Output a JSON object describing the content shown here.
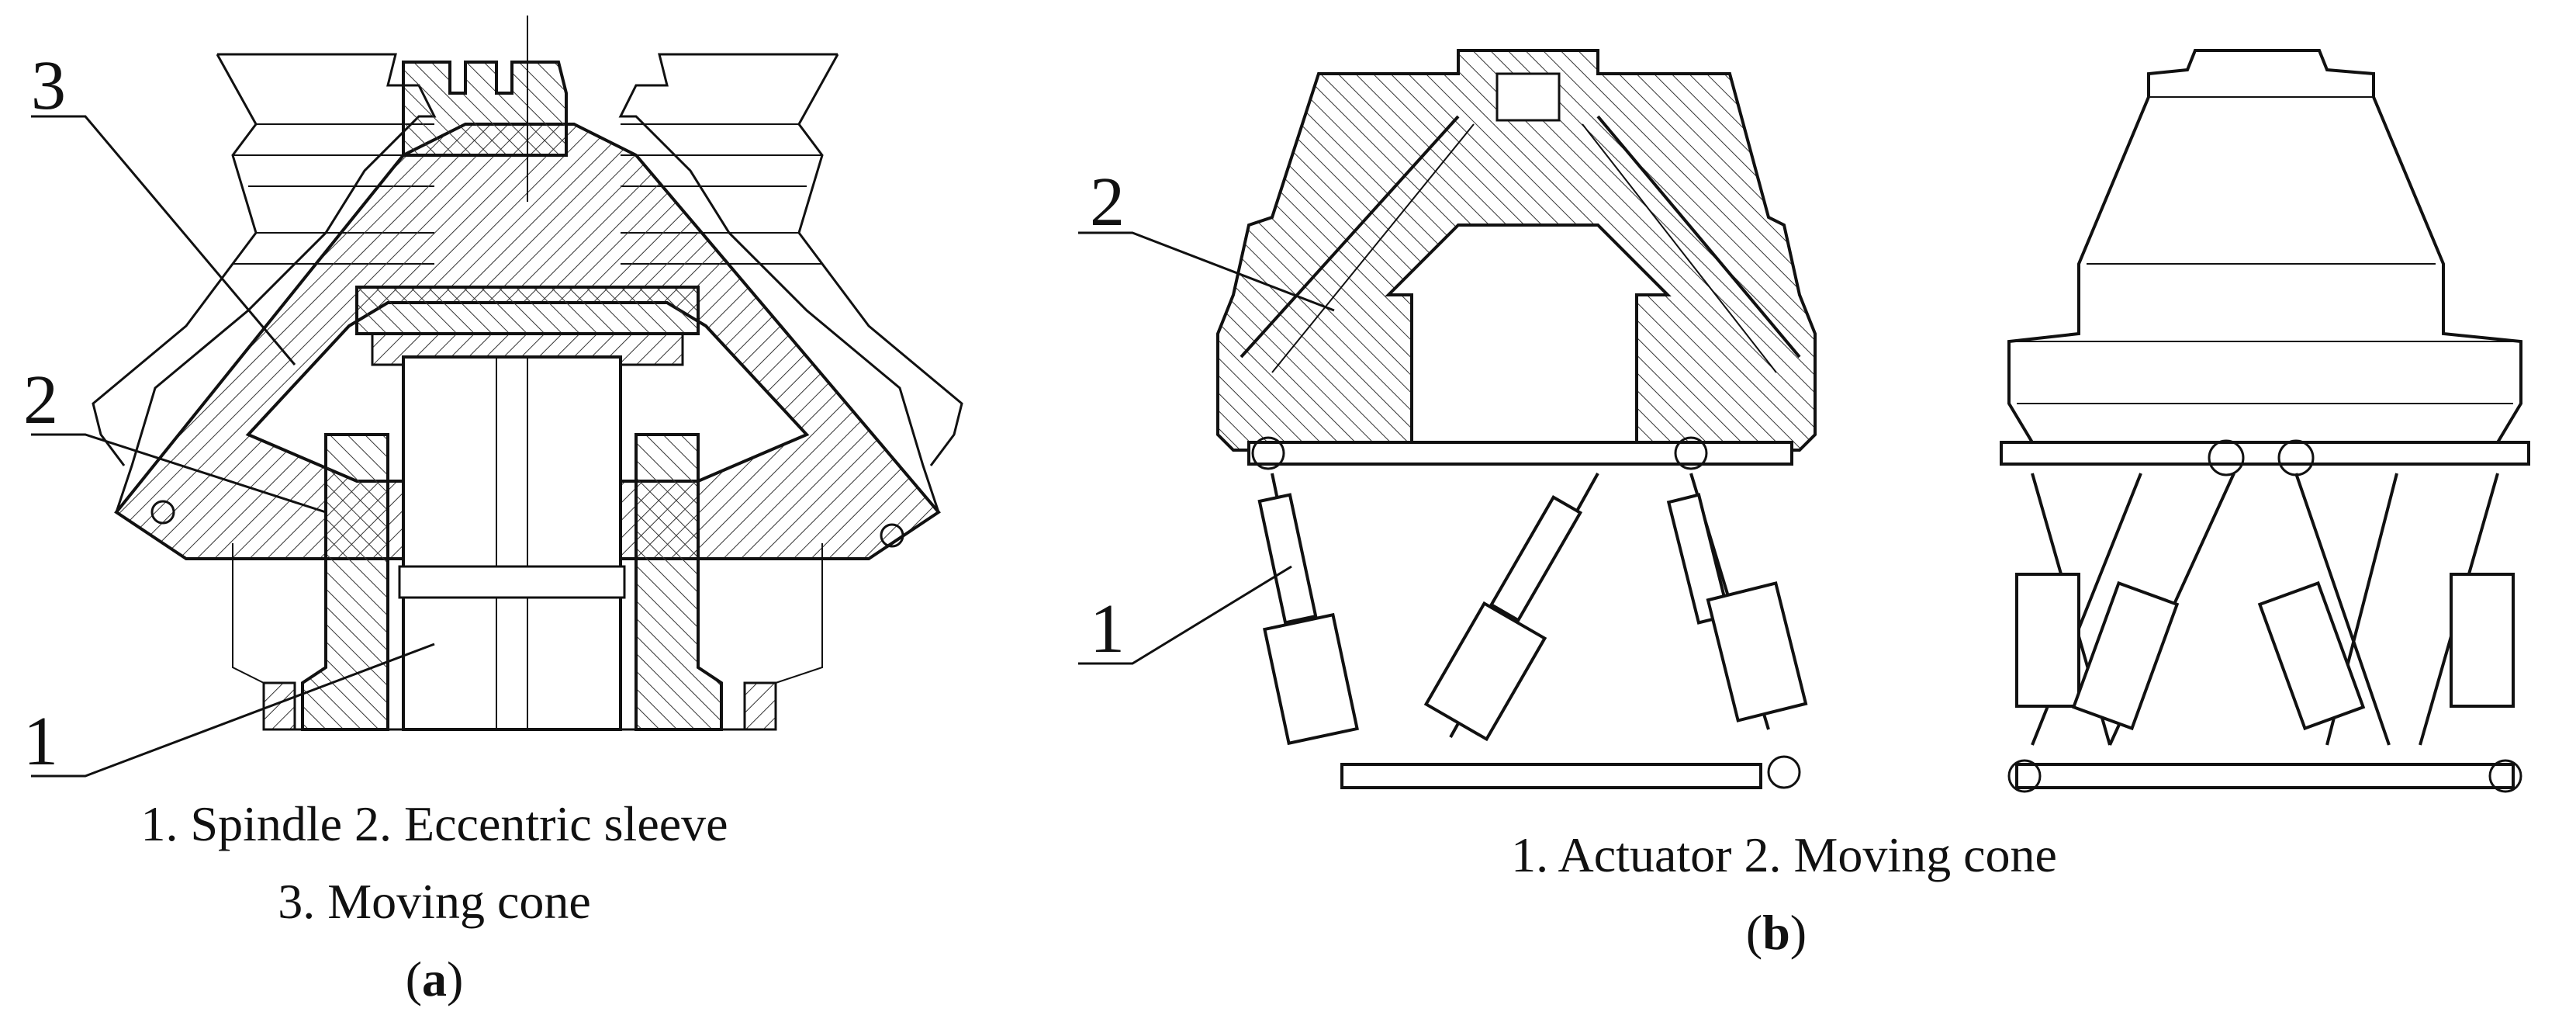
{
  "panel_a": {
    "labels": {
      "callout_1": "1",
      "callout_2": "2",
      "callout_3": "3"
    },
    "caption_line1": "1. Spindle 2. Eccentric sleeve",
    "caption_line2": "3. Moving cone",
    "tag_open": "(",
    "tag_letter": "a",
    "tag_close": ")"
  },
  "panel_b": {
    "labels": {
      "callout_1": "1",
      "callout_2": "2"
    },
    "caption_line1": "1. Actuator 2. Moving cone",
    "tag_open": "(",
    "tag_letter": "b",
    "tag_close": ")"
  }
}
